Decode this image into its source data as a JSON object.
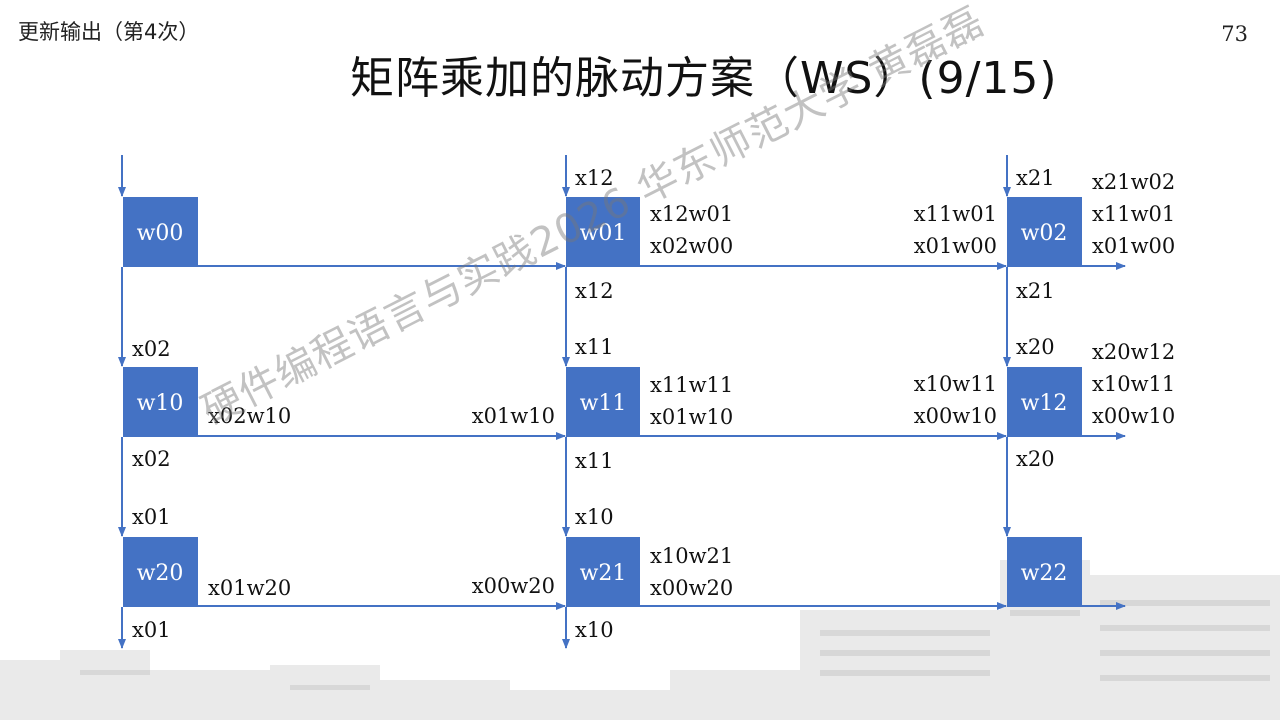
{
  "header": {
    "update_note": "更新输出（第4次）",
    "page_number": "73",
    "title": "矩阵乘加的脉动方案（WS）(9/15)"
  },
  "watermark": "硬件编程语言与实践2026 华东师范大学 黄磊磊",
  "colors": {
    "cell_fill": "#4472c4",
    "arrow": "#4472c4",
    "text": "#111111"
  },
  "diagram": {
    "cells": [
      {
        "id": "w00",
        "label": "w00"
      },
      {
        "id": "w01",
        "label": "w01"
      },
      {
        "id": "w02",
        "label": "w02"
      },
      {
        "id": "w10",
        "label": "w10"
      },
      {
        "id": "w11",
        "label": "w11"
      },
      {
        "id": "w12",
        "label": "w12"
      },
      {
        "id": "w20",
        "label": "w20"
      },
      {
        "id": "w21",
        "label": "w21"
      },
      {
        "id": "w22",
        "label": "w22"
      }
    ],
    "labels": {
      "c1_top": "x12",
      "c2_top": "x21",
      "c1_r0_below": "x12",
      "c2_r0_below": "x21",
      "c0_r1_above": "x02",
      "c1_r1_above": "x11",
      "c2_r1_above": "x20",
      "c0_r1_below": "x02",
      "c1_r1_below": "x11",
      "c2_r1_below": "x20",
      "c0_r2_above": "x01",
      "c1_r2_above": "x10",
      "c0_bottom": "x01",
      "c1_bottom": "x10",
      "w01_sum1": "x12w01",
      "w01_sum2": "x02w00",
      "w02_in1": "x11w01",
      "w02_in2": "x01w00",
      "w02_out1": "x21w02",
      "w02_out2": "x11w01",
      "w02_out3": "x01w00",
      "w10_out": "x02w10",
      "w11_in": "x01w10",
      "w11_sum1": "x11w11",
      "w11_sum2": "x01w10",
      "w12_in1": "x10w11",
      "w12_in2": "x00w10",
      "w12_out1": "x20w12",
      "w12_out2": "x10w11",
      "w12_out3": "x00w10",
      "w20_out": "x01w20",
      "w21_in": "x00w20",
      "w21_sum1": "x10w21",
      "w21_sum2": "x00w20"
    }
  }
}
